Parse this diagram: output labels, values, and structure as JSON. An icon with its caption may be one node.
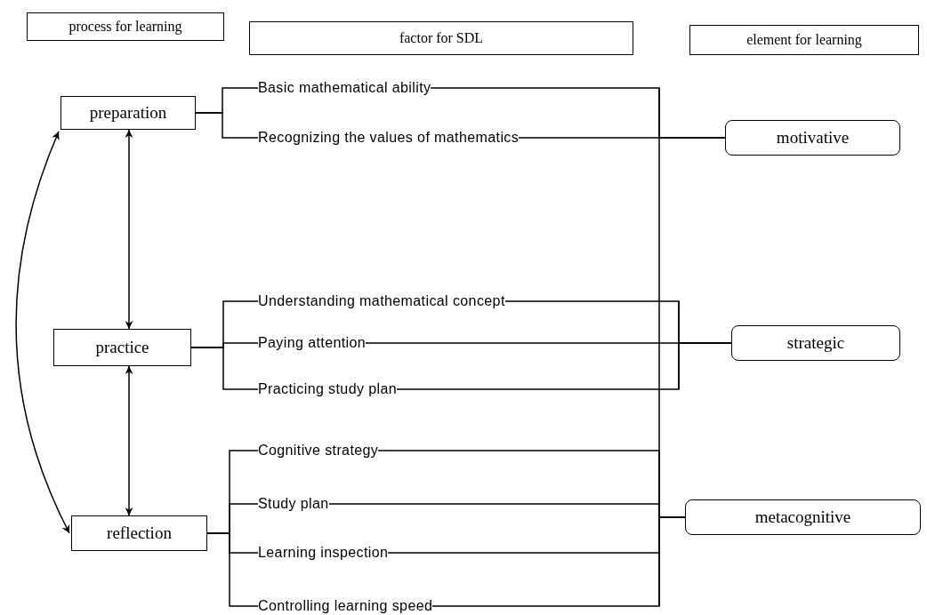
{
  "diagram": {
    "nodes": [
      {
        "text": [
          "process for learning"
        ]
      },
      {
        "text": [
          "factor for SDL"
        ]
      },
      {
        "text": [
          "element for learning"
        ]
      },
      {
        "text": [
          "preparation"
        ]
      },
      {
        "text": [
          "practice"
        ]
      },
      {
        "text": [
          "reflection"
        ]
      },
      {
        "text": [
          "Basic mathematical ability"
        ]
      },
      {
        "text": [
          "Recognizing the values of mathematics"
        ]
      },
      {
        "text": [
          "Understanding mathematical concept"
        ]
      },
      {
        "text": [
          "Paying attention"
        ]
      },
      {
        "text": [
          "Practicing study plan"
        ]
      },
      {
        "text": [
          "Cognitive strategy"
        ]
      },
      {
        "text": [
          "Study plan"
        ]
      },
      {
        "text": [
          "Learning inspection"
        ]
      },
      {
        "text": [
          "Controlling learning speed"
        ]
      },
      {
        "text": [
          "motivative"
        ]
      },
      {
        "text": [
          "strategic"
        ]
      },
      {
        "text": [
          "metacognitive"
        ]
      }
    ],
    "edges": [
      {
        "from": 3,
        "to": 4,
        "arrow": "both"
      },
      {
        "from": 4,
        "to": 5,
        "arrow": "both"
      },
      {
        "from": 3,
        "to": 5,
        "arrow": "both"
      },
      {
        "from": 3,
        "to": 6,
        "arrow": "none"
      },
      {
        "from": 3,
        "to": 7,
        "arrow": "none"
      },
      {
        "from": 4,
        "to": 8,
        "arrow": "none"
      },
      {
        "from": 4,
        "to": 9,
        "arrow": "none"
      },
      {
        "from": 4,
        "to": 10,
        "arrow": "none"
      },
      {
        "from": 5,
        "to": 11,
        "arrow": "none"
      },
      {
        "from": 5,
        "to": 12,
        "arrow": "none"
      },
      {
        "from": 5,
        "to": 13,
        "arrow": "none"
      },
      {
        "from": 5,
        "to": 14,
        "arrow": "none"
      },
      {
        "from": 6,
        "to": 15,
        "arrow": "none"
      },
      {
        "from": 7,
        "to": 15,
        "arrow": "none"
      },
      {
        "from": 8,
        "to": 16,
        "arrow": "none"
      },
      {
        "from": 9,
        "to": 16,
        "arrow": "none"
      },
      {
        "from": 10,
        "to": 16,
        "arrow": "none"
      },
      {
        "from": 11,
        "to": 17,
        "arrow": "none"
      },
      {
        "from": 12,
        "to": 17,
        "arrow": "none"
      },
      {
        "from": 13,
        "to": 17,
        "arrow": "none"
      },
      {
        "from": 14,
        "to": 17,
        "arrow": "none"
      }
    ]
  }
}
